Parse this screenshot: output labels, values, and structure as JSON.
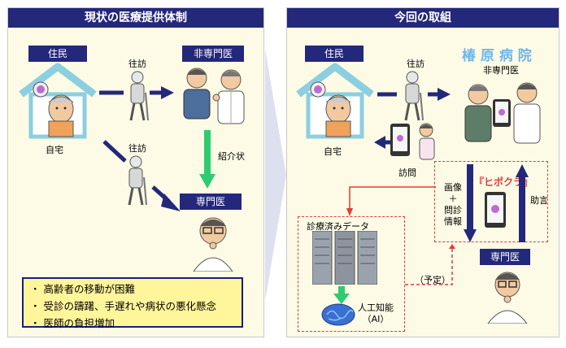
{
  "left_panel": {
    "title": "現状の医療提供体制",
    "resident_tag": "住民",
    "home_label": "自宅",
    "visit_label_1": "往訪",
    "visit_label_2": "往訪",
    "non_specialist_tag": "非専門医",
    "referral_label": "紹介状",
    "specialist_tag": "専門医",
    "issues": [
      "高齢者の移動が困難",
      "受診の躊躇、手遅れや病状の悪化懸念",
      "医師の負担増加"
    ]
  },
  "right_panel": {
    "title": "今回の取組",
    "resident_tag": "住民",
    "home_label": "自宅",
    "visit_label": "往訪",
    "hospital_name": "椿 原 病 院",
    "non_specialist_label": "非専門医",
    "home_visit_label": "訪問",
    "image_label": "画像\n＋\n問診\n情報",
    "advice_label": "助言",
    "app_name": "『ヒポクラ』",
    "specialist_tag": "専門医",
    "data_box_title": "診療済みデータ",
    "ai_label": "人工知能\n（AI）",
    "planned_label": "（予定）"
  },
  "colors": {
    "navy": "#24287a",
    "panel_bg": "#fdfbe6",
    "green_arrow": "#2ecc71",
    "red_dashed": "#e23b3b",
    "yellow_box": "#fff59a",
    "hospital_name": "#6fb7e8"
  }
}
